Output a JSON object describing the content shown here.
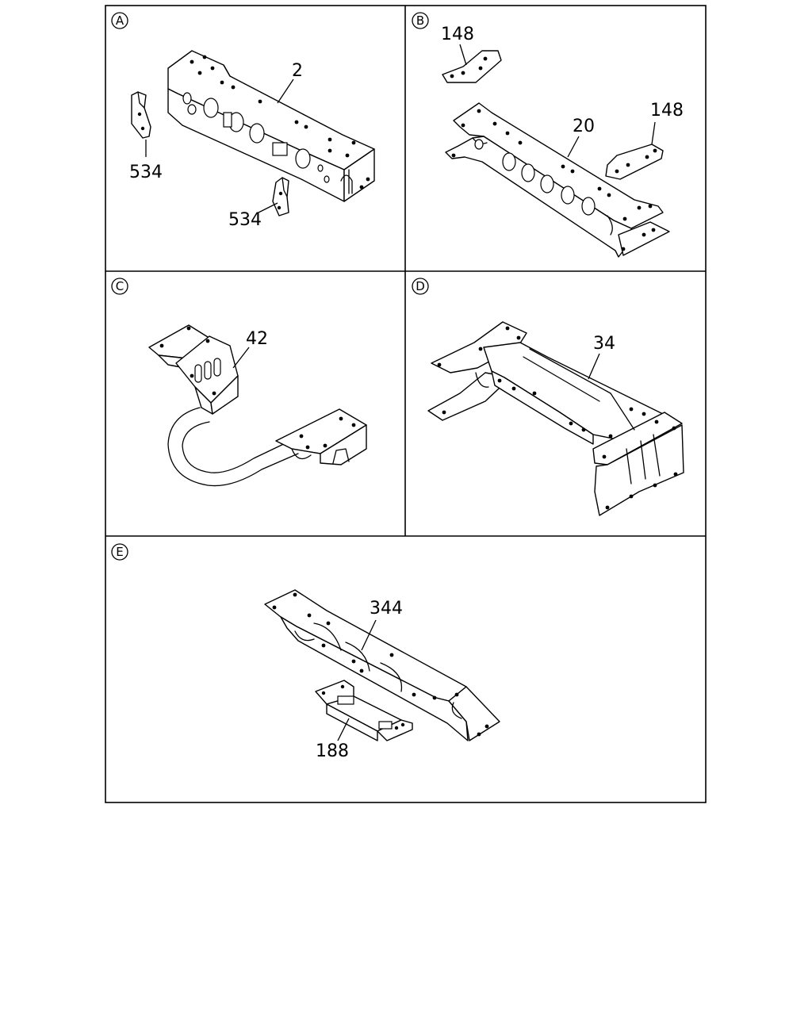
{
  "panels": [
    {
      "id": "A",
      "parts": [
        "2",
        "534",
        "534"
      ]
    },
    {
      "id": "B",
      "parts": [
        "148",
        "20",
        "148"
      ]
    },
    {
      "id": "C",
      "parts": [
        "42"
      ]
    },
    {
      "id": "D",
      "parts": [
        "34"
      ]
    },
    {
      "id": "E",
      "parts": [
        "344",
        "188"
      ]
    }
  ]
}
